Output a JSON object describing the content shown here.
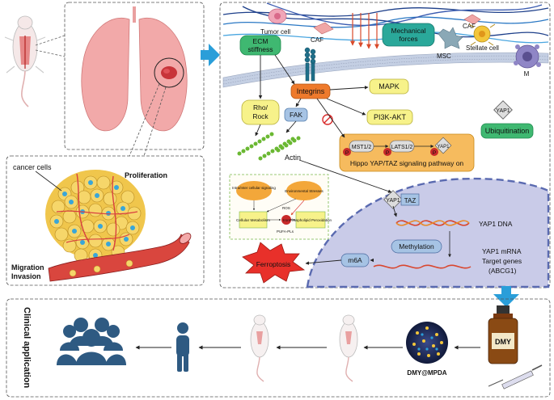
{
  "left_panel": {
    "cancer_cells": "cancer cells",
    "proliferation": "Proliferation",
    "migration": "Migration",
    "invasion": "Invasion"
  },
  "microenv": {
    "tumor_cell": "Tumor cell",
    "caf_left": "CAF",
    "caf_right": "CAF",
    "mechanical_forces": "Mechanical forces",
    "msc": "MSC",
    "stellate_cell": "Stellate cell",
    "m": "M"
  },
  "pathway": {
    "ecm_stiffness": "ECM stiffness",
    "integrins": "Integrins",
    "mapk": "MAPK",
    "pi3k_akt": "PI3K-AKT",
    "rho_rock": "Rho/ Rock",
    "fak": "FAK",
    "actin": "Actin",
    "yap1_top": "YAP1",
    "ubiquitination": "Ubiquitination",
    "mst": "MST1/2",
    "lats": "LATS1/2",
    "yap1_hippo": "YAP1",
    "p": "P",
    "hippo_label": "Hippo YAP/TAZ signaling pathway on",
    "yap1_nuc": "YAP1",
    "taz": "TAZ",
    "yap1_dna": "YAP1 DNA",
    "methylation": "Methylation",
    "yap1_mrna": "YAP1 mRNA",
    "target_genes": "Target genes",
    "abcg1": "(ABCG1)",
    "m6a": "m6A",
    "ferroptosis": "Ferroptosis"
  },
  "inset": {
    "signaling": "Intra/Inter cellular signaling",
    "environmental": "Environmental Stresses",
    "cellular_metabolism": "Cellular Metabolism",
    "ros": "ROS",
    "iron": "Iron",
    "phospholipid": "Phospholipid Peroxidation",
    "pufapls": "PUFA-PLs"
  },
  "clinical": {
    "title": "Clinical application",
    "dmy": "DMY",
    "dmy_mpda": "DMY@MPDA"
  },
  "colors": {
    "green_box": "#3fb871",
    "yellow_box": "#f7f28a",
    "orange_box": "#ee7a2c",
    "blue_box": "#a6c3e4",
    "teal_box": "#2aa89a",
    "nucleus": "#c9cbe8",
    "arrow_blue": "#2a9ed9",
    "ferroptosis": "#e8302a"
  }
}
